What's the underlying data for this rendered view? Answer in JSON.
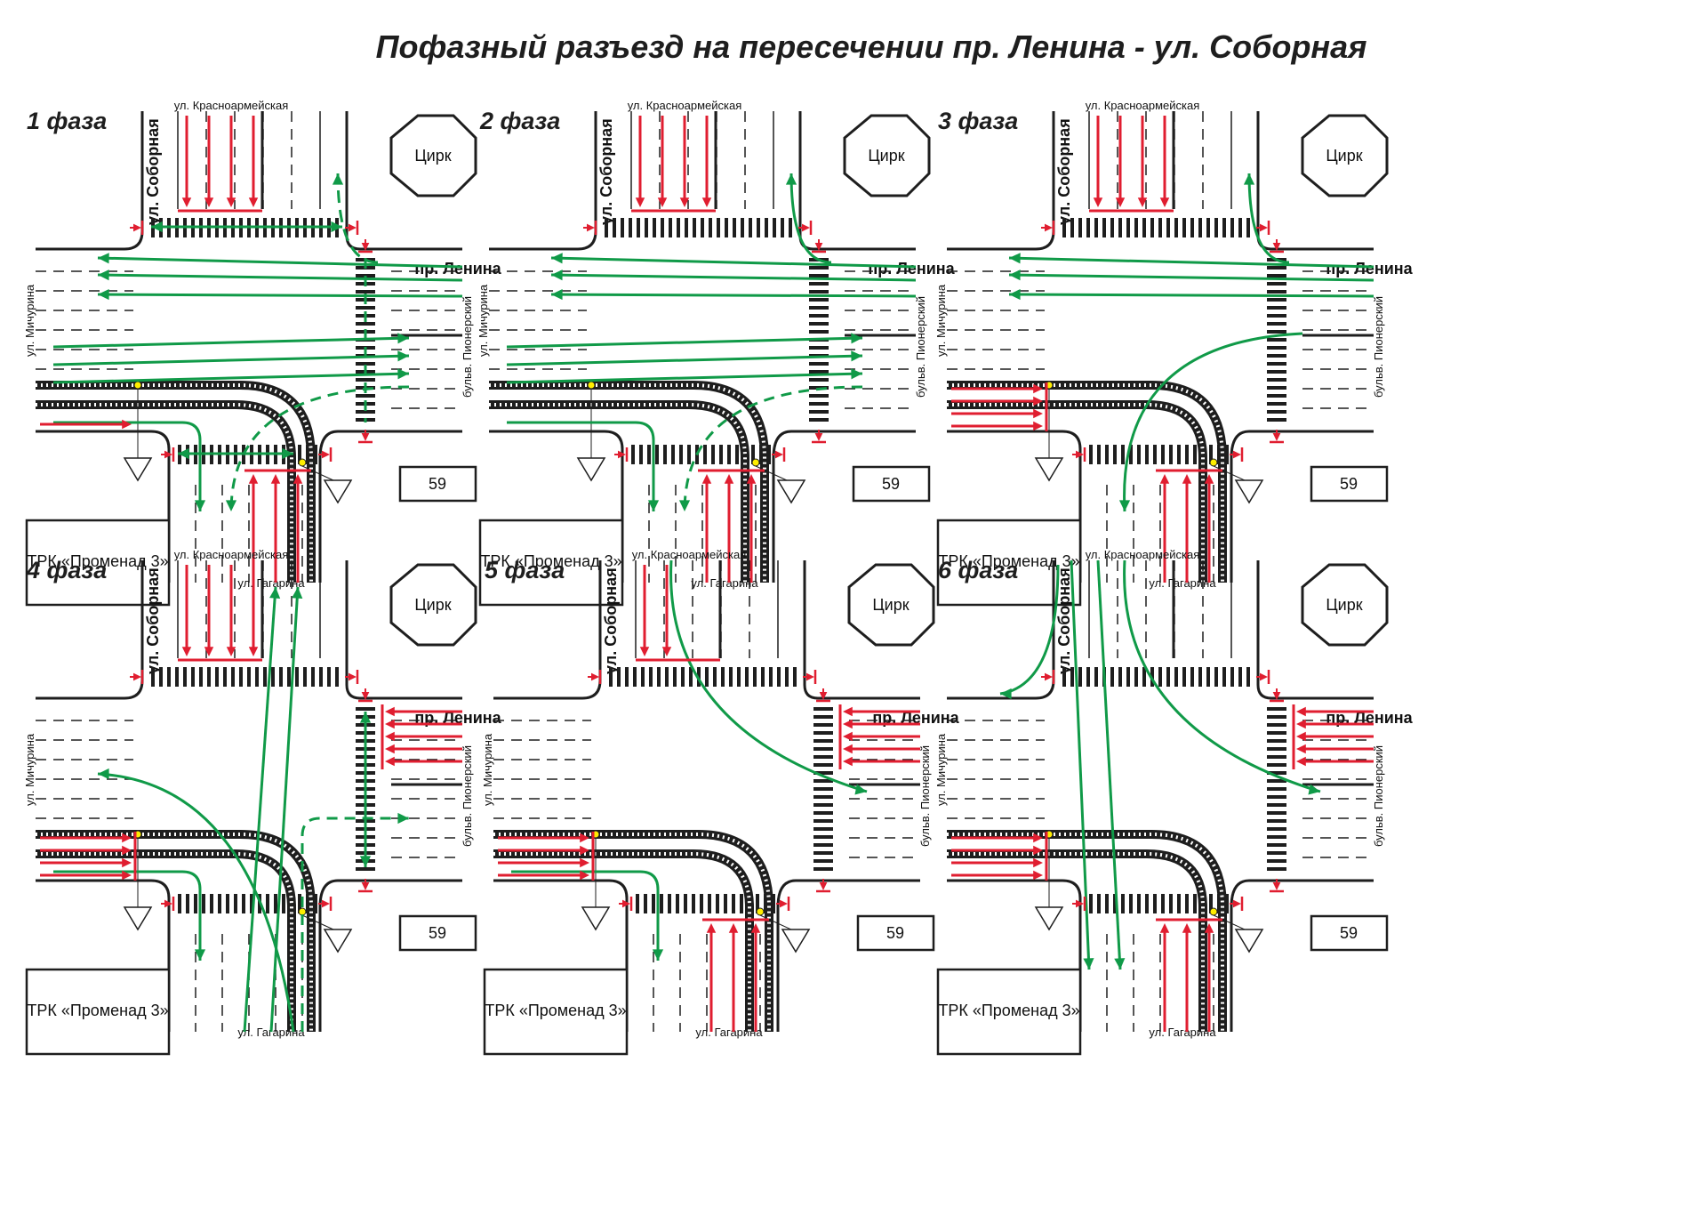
{
  "title": "Пофазный разъезд на пересечении пр. Ленина - ул. Соборная",
  "colors": {
    "go": "#109a48",
    "stop": "#e01e30",
    "line": "#1e1e1e",
    "light": "#ffee00"
  },
  "labels": {
    "krasnoarmeyskaya": "ул. Красноармейская",
    "sobornaya": "ул. Соборная",
    "lenina": "пр. Ленина",
    "michurina": "ул. Мичурина",
    "pionersky": "бульв. Пионерский",
    "gagarina": "ул. Гагарина",
    "circus": "Цирк",
    "building_number": "59",
    "mall": "ТРК «Променад 3»"
  },
  "phases": [
    {
      "label": "1 фаза",
      "green_moves": [
        "e-west",
        "e-right",
        "s-left-dashed",
        "w-east-wide",
        "w-left"
      ],
      "green_peds": [
        "north-cross",
        "south-cross",
        "east-cross-dashed"
      ],
      "red_approaches": [
        "north",
        "south",
        "west-tram"
      ]
    },
    {
      "label": "2 фаза",
      "green_moves": [
        "e-west",
        "e-right",
        "s-left-dashed",
        "w-east-wide",
        "w-left"
      ],
      "green_peds": [],
      "red_approaches": [
        "north",
        "south"
      ]
    },
    {
      "label": "3 фаза",
      "green_moves": [
        "e-west",
        "e-right",
        "e-left-down"
      ],
      "green_peds": [],
      "red_approaches": [
        "north",
        "south",
        "west"
      ]
    },
    {
      "label": "4 фаза",
      "green_moves": [
        "s-up",
        "w-left",
        "s-left-up",
        "s-right-dashed"
      ],
      "green_peds": [
        "east-cross"
      ],
      "red_approaches": [
        "north",
        "west",
        "east"
      ]
    },
    {
      "label": "5 фаза",
      "green_moves": [
        "n-left",
        "w-left"
      ],
      "green_peds": [],
      "red_approaches": [
        "north-part",
        "south",
        "west",
        "east"
      ]
    },
    {
      "label": "6 фаза",
      "green_moves": [
        "n-down",
        "n-right",
        "n-left"
      ],
      "green_peds": [],
      "red_approaches": [
        "south",
        "west",
        "east"
      ]
    }
  ]
}
